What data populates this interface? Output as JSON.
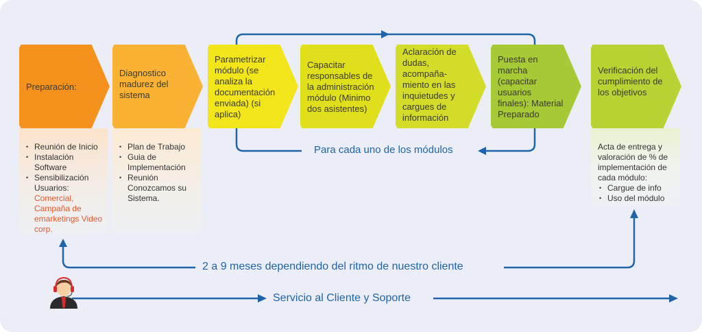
{
  "colors": {
    "accent": "#1f63a8",
    "step1": "#f5921e",
    "step2": "#f9b233",
    "step3": "#f2e61b",
    "step4": "#dfe01b",
    "step5": "#d4dc2a",
    "step6": "#a6c936",
    "step7": "#b9d334",
    "highlight": "#e8562a"
  },
  "steps": [
    {
      "label": "Preparación:"
    },
    {
      "label": "Diagnostico madurez del sistema"
    },
    {
      "label": "Parametrizar módulo  (se analiza la documentación enviada) (si aplica)"
    },
    {
      "label": "Capacitar responsables de la administración módulo (Minimo dos asistentes)"
    },
    {
      "label": "Aclaración de dudas, acompaña-miento en las inquietudes y cargues de información"
    },
    {
      "label": "Puesta en marcha (capacitar usuarios finales): Material Preparado"
    },
    {
      "label": "Verificación del cumplimiento de los objetivos"
    }
  ],
  "panels": {
    "preparacion": {
      "items": [
        "Reunión de Inicio",
        "Instalación Software",
        "Sensibilización Usuarios:"
      ],
      "highlight": "Comercial, Campaña de emarketings Video corp."
    },
    "diagnostico": {
      "items": [
        "Plan de Trabajo",
        "Guia de Implementación",
        "Reunión Conozcamos su Sistema."
      ]
    },
    "verificacion": {
      "intro": "Acta de entrega y valoración de % de implementación de cada módulo:",
      "items": [
        "Cargue de info",
        "Uso del módulo"
      ]
    }
  },
  "labels": {
    "loop": "Para cada uno de los módulos",
    "duration": "2 a 9 meses dependiendo del ritmo de nuestro cliente",
    "service": "Servicio al Cliente y Soporte"
  },
  "icons": {
    "agent": "support-agent-icon"
  }
}
